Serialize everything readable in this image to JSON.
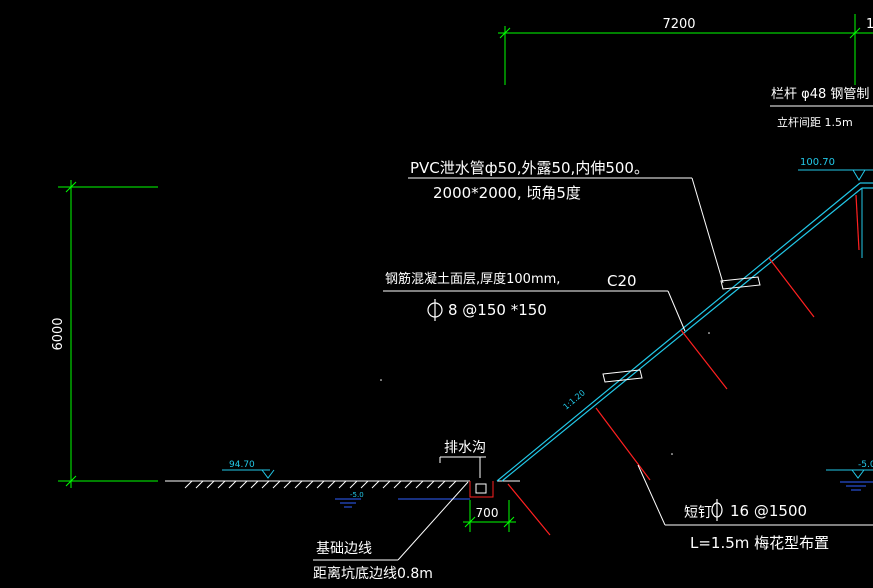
{
  "colors": {
    "background": "#000000",
    "dimension": "#00ff00",
    "slope": "#22c8e8",
    "text": "#ffffff",
    "nail": "#ff2020",
    "leader": "#ffffff"
  },
  "dimensions": {
    "top_width": "7200",
    "top_partial": "1",
    "height": "6000",
    "ditch_width": "700"
  },
  "elevations": {
    "top": "100.70",
    "bottom": "94.70",
    "right_partial": "-5.0"
  },
  "labels": {
    "railing_line1": "栏杆 φ48 钢管制",
    "railing_line2": "立杆间距 1.5m",
    "pvc_line1": "PVC泄水管ф50,外露50,内伸500。",
    "pvc_line2": "2000*2000, 顷角5度",
    "concrete_line1": "钢筋混凝土面层,厚度100mm,",
    "concrete_grade": "C20",
    "concrete_line2": "8 @150 *150",
    "slope_ratio": "1:1.20",
    "drain": "排水沟",
    "foundation_line1": "基础边线",
    "foundation_line2": "距离坑底边线0.8m",
    "nail_line1": "16 @1500",
    "nail_prefix": "短钉",
    "nail_line2": "L=1.5m 梅花型布置"
  }
}
